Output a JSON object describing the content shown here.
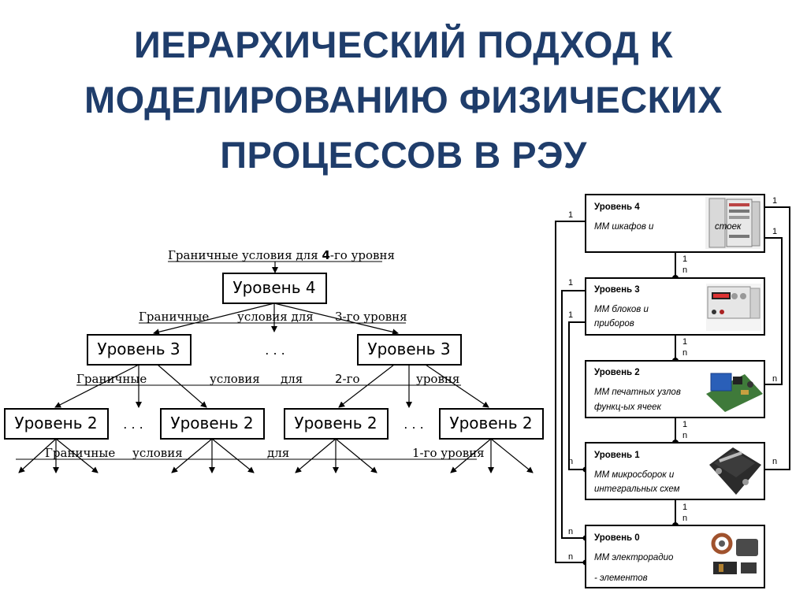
{
  "title": {
    "line1": "ИЕРАРХИЧЕСКИЙ ПОДХОД К",
    "line2": "МОДЕЛИРОВАНИЮ ФИЗИЧЕСКИХ",
    "line3": "ПРОЦЕССОВ В РЭУ"
  },
  "tree": {
    "cond4_text": "Граничные условия для ",
    "cond4_num": "4",
    "cond4_suffix": "-го уровня",
    "box4": "Уровень 4",
    "cond3_a": "Граничные",
    "cond3_b": "условия для",
    "cond3_c": "3-го уровня",
    "box3_left": "Уровень 3",
    "box3_right": "Уровень 3",
    "dots_l3": ". . .",
    "cond2_a": "Граничные",
    "cond2_b": "условия",
    "cond2_c": "для",
    "cond2_num": "2",
    "cond2_d": "-го",
    "cond2_e": "уровня",
    "box2_1": "Уровень 2",
    "box2_2": "Уровень 2",
    "box2_3": "Уровень 2",
    "box2_4": "Уровень 2",
    "dots_l2_a": ". . .",
    "dots_l2_b": ". . .",
    "cond1_a": "Граничные",
    "cond1_b": "условия",
    "cond1_c": "для",
    "cond1_d": "1-го уровня"
  },
  "ladder": {
    "levels": [
      {
        "title": "Уровень 4",
        "desc1": "ММ шкафов и",
        "desc1b": "стоек",
        "desc2": "",
        "image": "cabinet-image"
      },
      {
        "title": "Уровень 3",
        "desc1": "ММ блоков и",
        "desc2": "приборов",
        "image": "instrument-image"
      },
      {
        "title": "Уровень 2",
        "desc1": "ММ печатных узлов",
        "desc2": "функц-ых ячеек",
        "image": "pcb-image"
      },
      {
        "title": "Уровень 1",
        "desc1": "ММ микросборок и",
        "desc2": "интегральных схем",
        "image": "chip-image"
      },
      {
        "title": "Уровень 0",
        "desc1": "ММ электрорадио",
        "desc2": "- элементов",
        "image": "components-image"
      }
    ],
    "labels": {
      "one": "1",
      "n": "n"
    }
  },
  "colors": {
    "title": "#1f3d6b",
    "lines": "#000000"
  }
}
